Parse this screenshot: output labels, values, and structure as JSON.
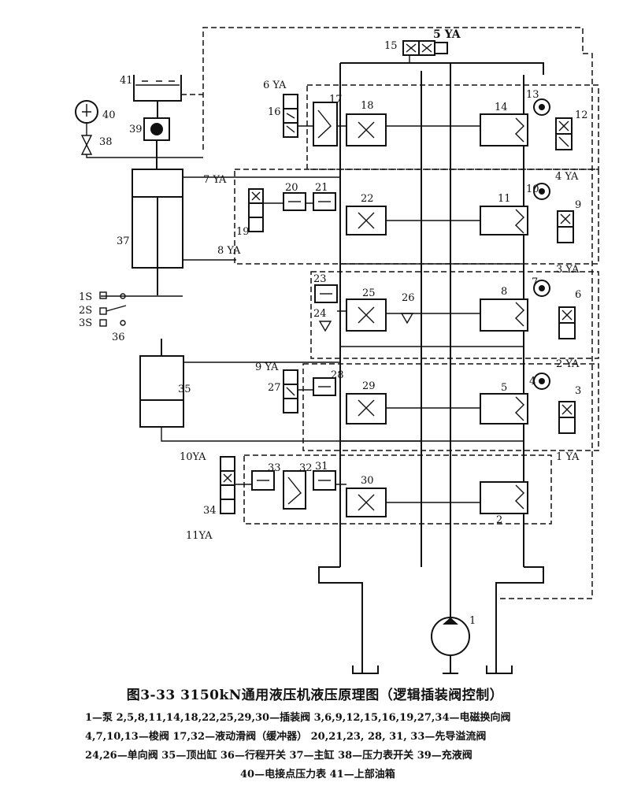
{
  "caption": {
    "title": "图3-33    3150kN通用液压机液压原理图（逻辑插装阀控制）",
    "legend": [
      "1—泵    2,5,8,11,14,18,22,25,29,30—插装阀    3,6,9,12,15,16,19,27,34—电磁换向阀",
      "4,7,10,13—梭阀    17,32—液动滑阀（缓冲器）    20,21,23, 28, 31, 33—先导溢流阀",
      "24,26—单向阀  35—顶出缸  36—行程开关    37—主缸    38—压力表开关    39—充液阀",
      "40—电接点压力表    41—上部油箱"
    ]
  },
  "component_numbers": [
    "1",
    "2",
    "3",
    "4",
    "5",
    "6",
    "7",
    "8",
    "9",
    "10",
    "11",
    "12",
    "13",
    "14",
    "15",
    "16",
    "17",
    "18",
    "19",
    "20",
    "21",
    "22",
    "23",
    "24",
    "25",
    "26",
    "27",
    "28",
    "29",
    "30",
    "31",
    "32",
    "33",
    "34",
    "35",
    "36",
    "37",
    "38",
    "39",
    "40",
    "41"
  ],
  "solenoid_labels": [
    "1 YA",
    "2 YA",
    "3 YA",
    "4 YA",
    "5 YA",
    "6 YA",
    "7 YA",
    "8 YA",
    "9 YA",
    "10YA",
    "11YA"
  ],
  "switch_labels": [
    "1S",
    "2S",
    "3S"
  ]
}
